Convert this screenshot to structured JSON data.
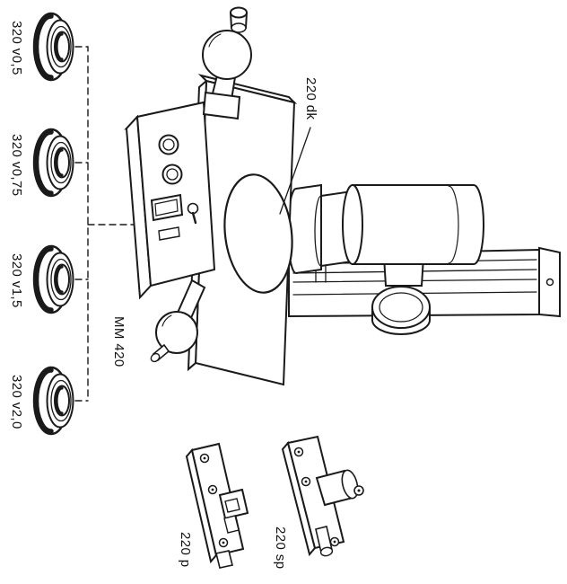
{
  "figure": {
    "background": "#ffffff",
    "ink": "#1a1a1a",
    "rings": [
      {
        "label": "320 v0,5"
      },
      {
        "label": "320 v0,75"
      },
      {
        "label": "320 v1,5"
      },
      {
        "label": "320 v2,0"
      }
    ],
    "machine": {
      "label": "MM 420"
    },
    "optics_head": {
      "label": "220 dk"
    },
    "accessories": [
      {
        "label": "220 p"
      },
      {
        "label": "220 sp"
      }
    ]
  }
}
